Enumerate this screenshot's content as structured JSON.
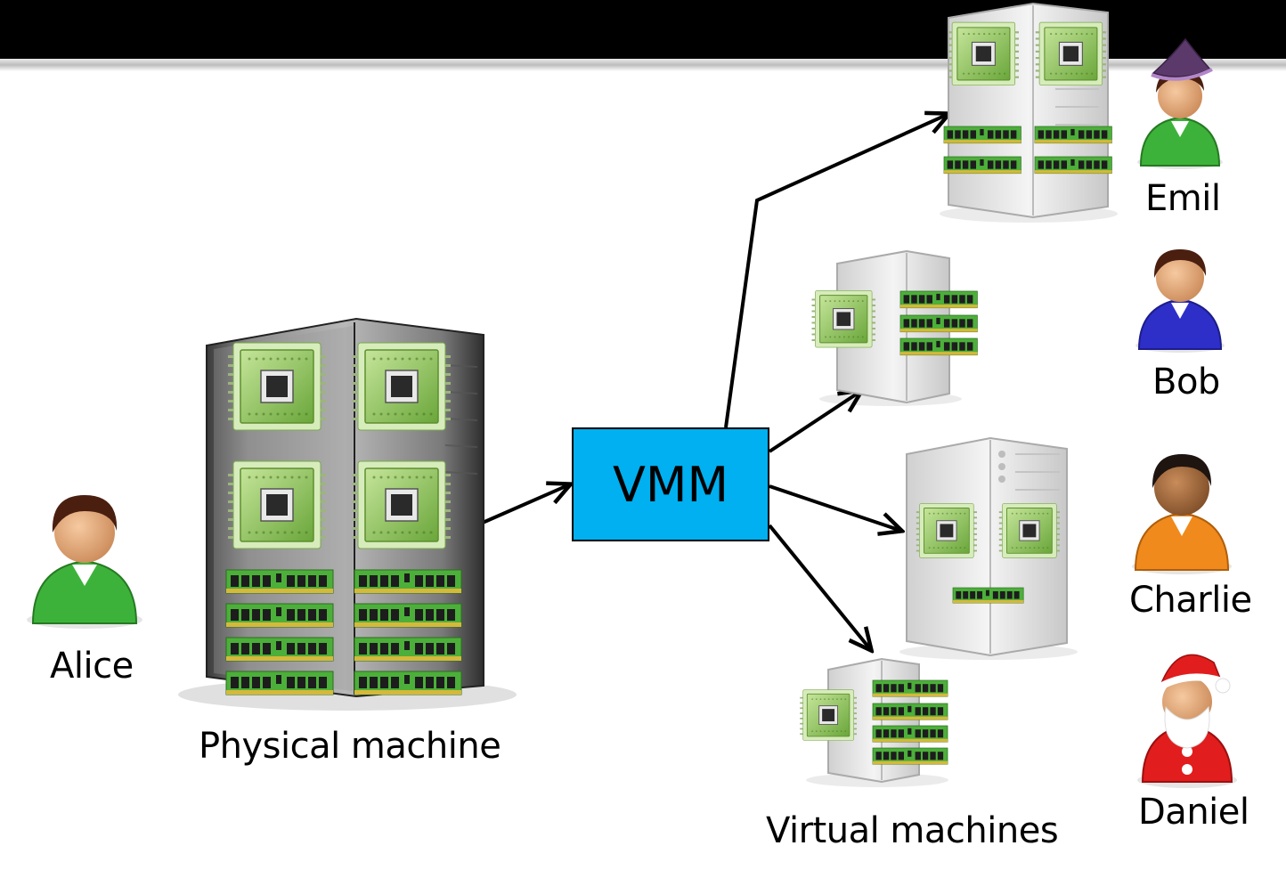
{
  "diagram": {
    "vmm_label": "VMM",
    "physical_label": "Physical machine",
    "virtual_label": "Virtual machines",
    "users": {
      "alice": "Alice",
      "emil": "Emil",
      "bob": "Bob",
      "charlie": "Charlie",
      "daniel": "Daniel"
    }
  },
  "colors": {
    "vmm_fill": "#00b0f0",
    "chip_green": "#8bc34a",
    "ram_green": "#3aa535",
    "header_bar": "#000000"
  },
  "icons": [
    "server-icon",
    "cpu-chip-icon",
    "ram-module-icon",
    "user-icon",
    "arrow-icon"
  ]
}
